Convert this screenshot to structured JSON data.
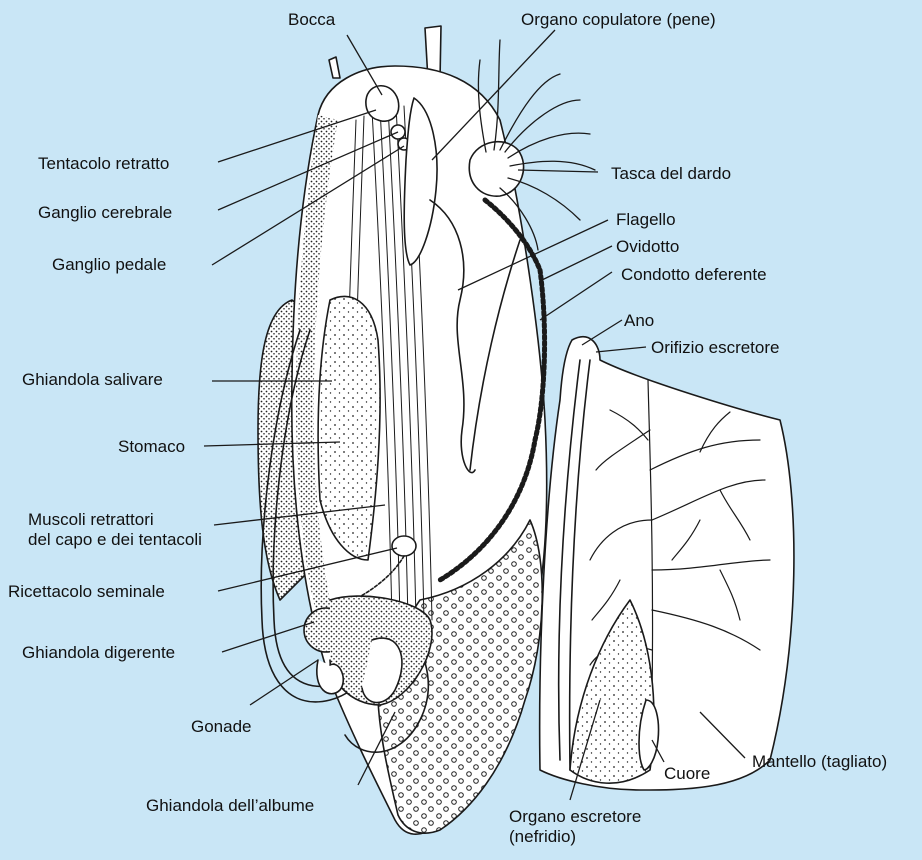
{
  "labels": {
    "bocca": "Bocca",
    "organo_copulatore": "Organo copulatore (pene)",
    "tentacolo_retratto": "Tentacolo retratto",
    "tasca_del_dardo": "Tasca del dardo",
    "ganglio_cerebrale": "Ganglio cerebrale",
    "flagello": "Flagello",
    "ganglio_pedale": "Ganglio pedale",
    "ovidotto": "Ovidotto",
    "condotto_deferente": "Condotto deferente",
    "ano": "Ano",
    "orifizio_escretore": "Orifizio escretore",
    "ghiandola_salivare": "Ghiandola salivare",
    "stomaco": "Stomaco",
    "muscoli_retrattori": [
      "Muscoli retrattori",
      "del capo e dei tentacoli"
    ],
    "ricettacolo_seminale": "Ricettacolo seminale",
    "ghiandola_digerente": "Ghiandola digerente",
    "gonade": "Gonade",
    "ghiandola_albume": "Ghiandola dell’albume",
    "organo_escretore": [
      "Organo escretore",
      "(nefridio)"
    ],
    "cuore": "Cuore",
    "mantello": "Mantello (tagliato)"
  },
  "colors": {
    "background": "#c9e6f6",
    "body_fill": "#ffffff",
    "ink": "#1a1a1a"
  }
}
